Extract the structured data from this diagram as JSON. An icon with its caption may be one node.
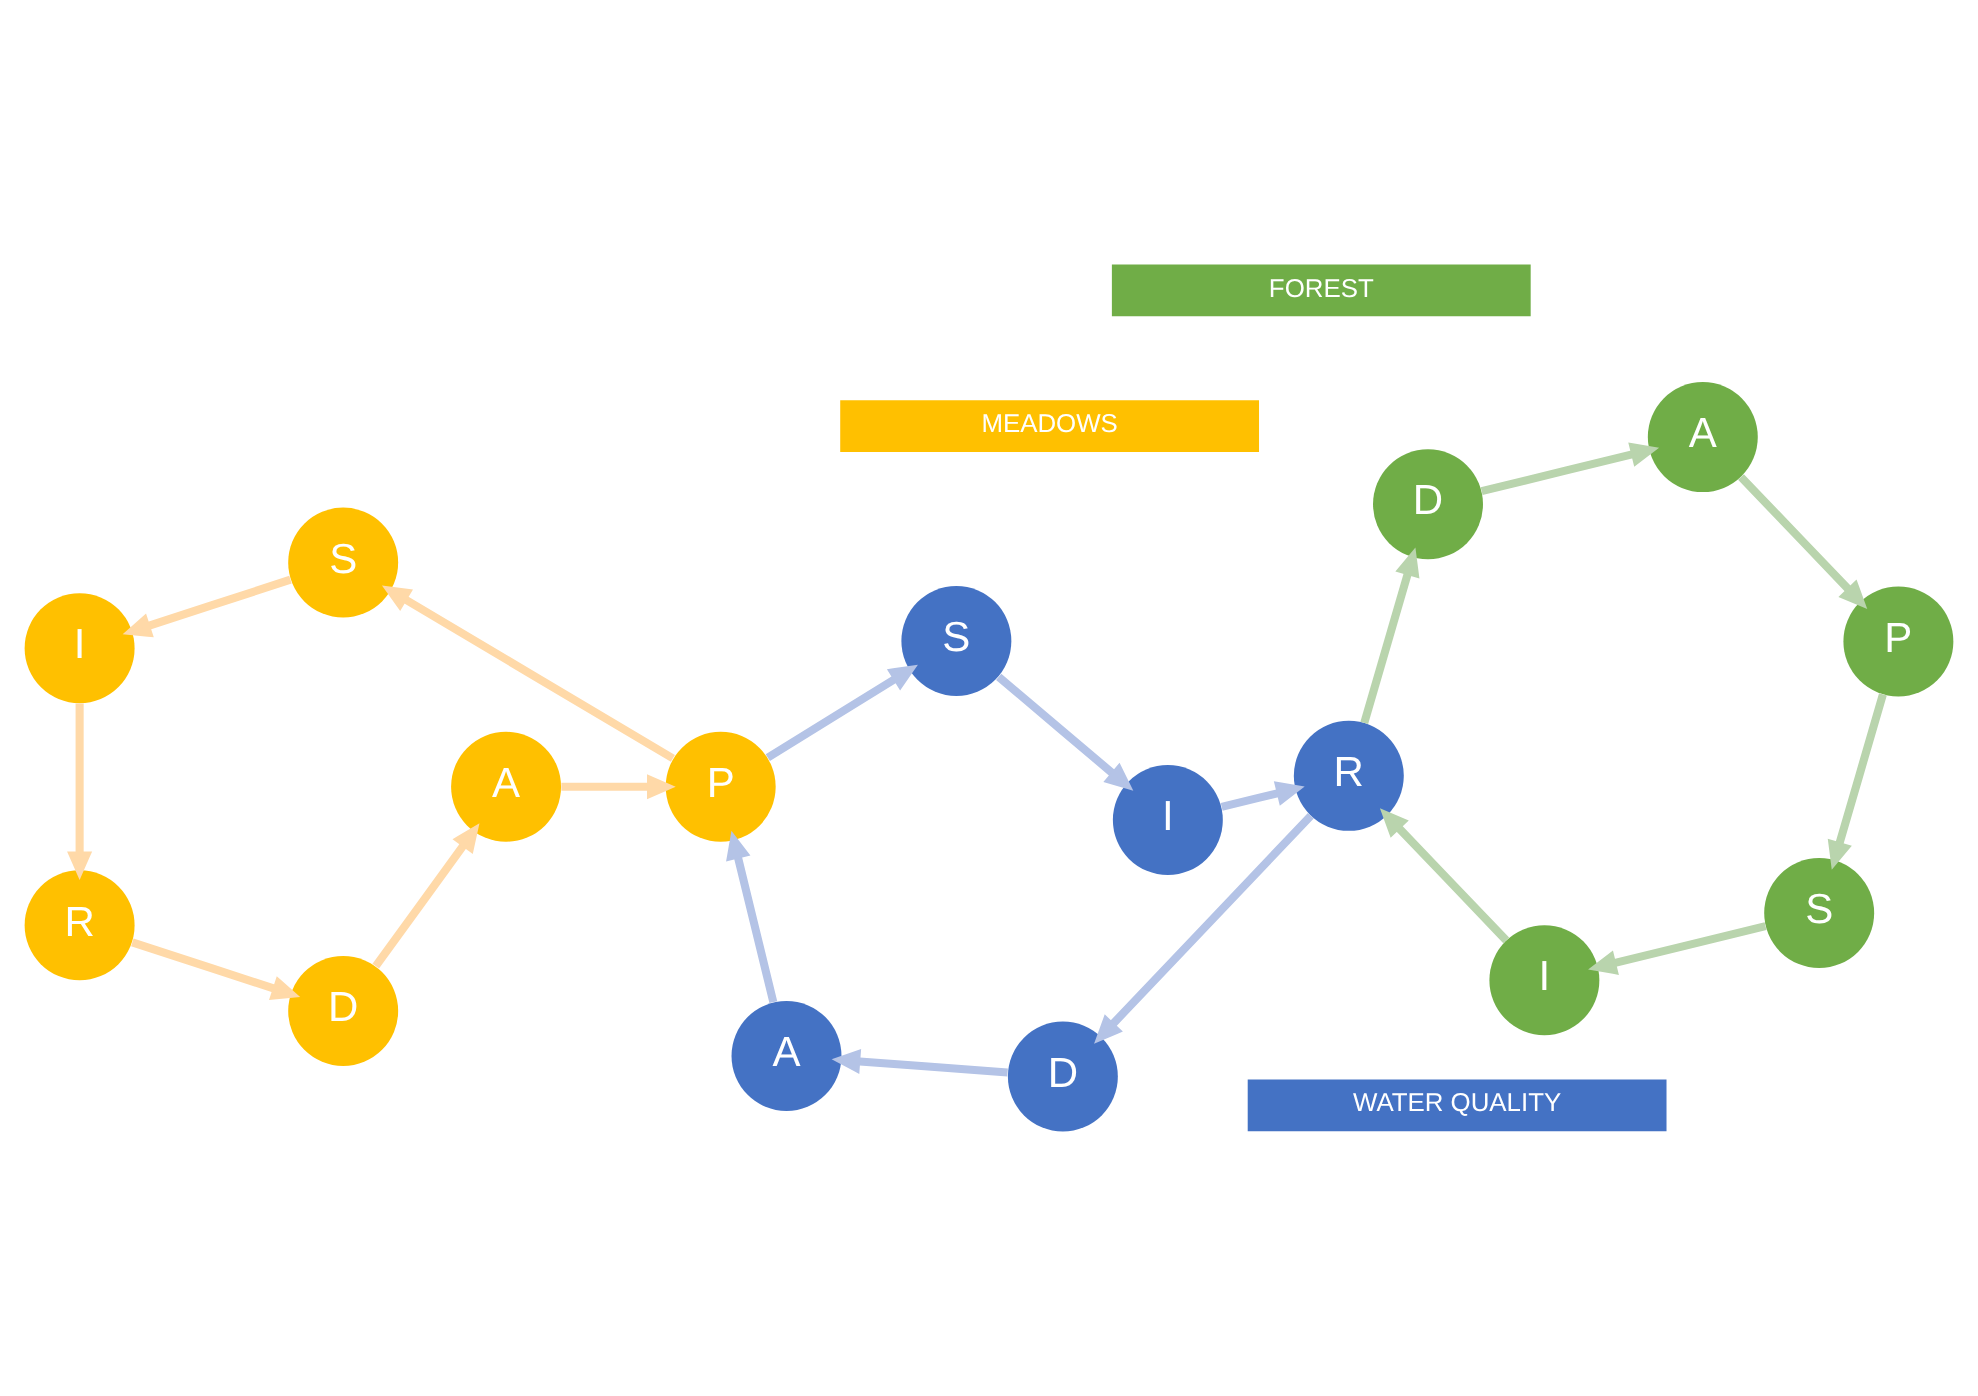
{
  "diagram": {
    "nodes": [
      {
        "text": [
          "MEADOWS"
        ]
      },
      {
        "text": [
          "D"
        ]
      },
      {
        "text": [
          "R"
        ]
      },
      {
        "text": [
          "A"
        ]
      },
      {
        "text": [
          "WATER QUALITY"
        ]
      },
      {
        "text": [
          "P"
        ]
      },
      {
        "text": [
          "S"
        ]
      },
      {
        "text": [
          "I"
        ]
      },
      {
        "text": [
          "I"
        ]
      },
      {
        "text": [
          "S"
        ]
      },
      {
        "text": [
          "FOREST"
        ]
      },
      {
        "text": [
          "R"
        ]
      },
      {
        "text": [
          "D"
        ]
      },
      {
        "text": [
          "A"
        ]
      },
      {
        "text": [
          "A"
        ]
      },
      {
        "text": [
          "D"
        ]
      },
      {
        "text": [
          "I"
        ]
      },
      {
        "text": [
          "P"
        ]
      },
      {
        "text": [
          "S"
        ]
      }
    ],
    "edges": [
      {
        "from": 1,
        "to": 3,
        "arrow": "to",
        "color": "#ffd9a8"
      },
      {
        "from": 3,
        "to": 5,
        "arrow": "to",
        "color": "#ffd9a8"
      },
      {
        "from": 5,
        "to": 9,
        "arrow": "to",
        "color": "#ffd9a8"
      },
      {
        "from": 9,
        "to": 7,
        "arrow": "to",
        "color": "#ffd9a8"
      },
      {
        "from": 7,
        "to": 2,
        "arrow": "to",
        "color": "#ffd9a8"
      },
      {
        "from": 2,
        "to": 1,
        "arrow": "to",
        "color": "#ffd9a8"
      },
      {
        "from": 5,
        "to": 6,
        "arrow": "to",
        "color": "#b4c3e6"
      },
      {
        "from": 6,
        "to": 8,
        "arrow": "to",
        "color": "#b4c3e6"
      },
      {
        "from": 8,
        "to": 11,
        "arrow": "to",
        "color": "#b4c3e6"
      },
      {
        "from": 11,
        "to": 15,
        "arrow": "to",
        "color": "#b4c3e6"
      },
      {
        "from": 15,
        "to": 13,
        "arrow": "to",
        "color": "#b4c3e6"
      },
      {
        "from": 13,
        "to": 5,
        "arrow": "to",
        "color": "#b4c3e6"
      },
      {
        "from": 11,
        "to": 12,
        "arrow": "to",
        "color": "#b9d4ad"
      },
      {
        "from": 12,
        "to": 14,
        "arrow": "to",
        "color": "#b9d4ad"
      },
      {
        "from": 14,
        "to": 17,
        "arrow": "to",
        "color": "#b9d4ad"
      },
      {
        "from": 17,
        "to": 18,
        "arrow": "to",
        "color": "#b9d4ad"
      },
      {
        "from": 18,
        "to": 16,
        "arrow": "to",
        "color": "#b9d4ad"
      },
      {
        "from": 16,
        "to": 11,
        "arrow": "to",
        "color": "#b9d4ad"
      }
    ]
  }
}
